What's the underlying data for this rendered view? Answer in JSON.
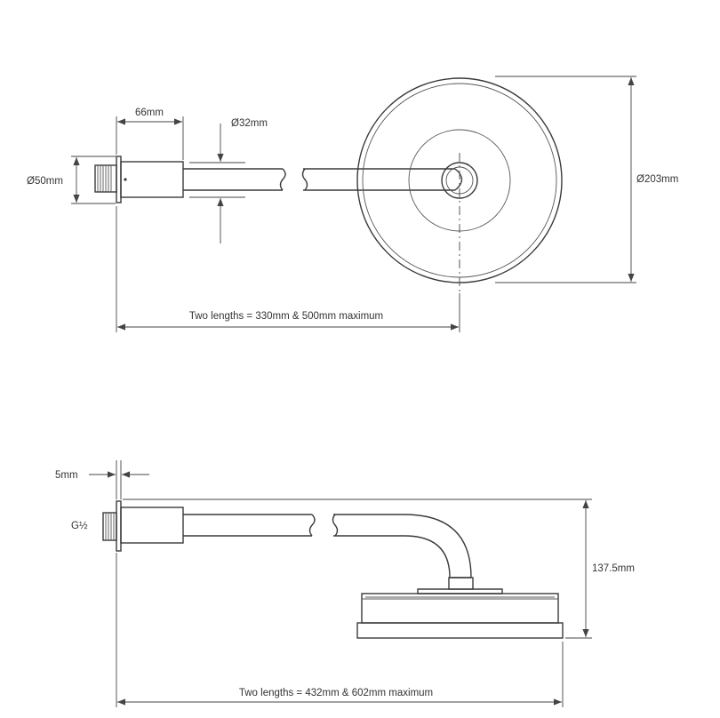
{
  "top_view": {
    "dim_flange_depth": "66mm",
    "dim_pipe_diameter": "Ø32mm",
    "dim_flange_diameter": "Ø50mm",
    "dim_head_diameter": "Ø203mm",
    "dim_arm_length": "Two lengths = 330mm & 500mm maximum"
  },
  "side_view": {
    "dim_thread_depth": "5mm",
    "dim_thread": "G½",
    "dim_height": "137.5mm",
    "dim_total_length": "Two lengths = 432mm & 602mm maximum"
  }
}
